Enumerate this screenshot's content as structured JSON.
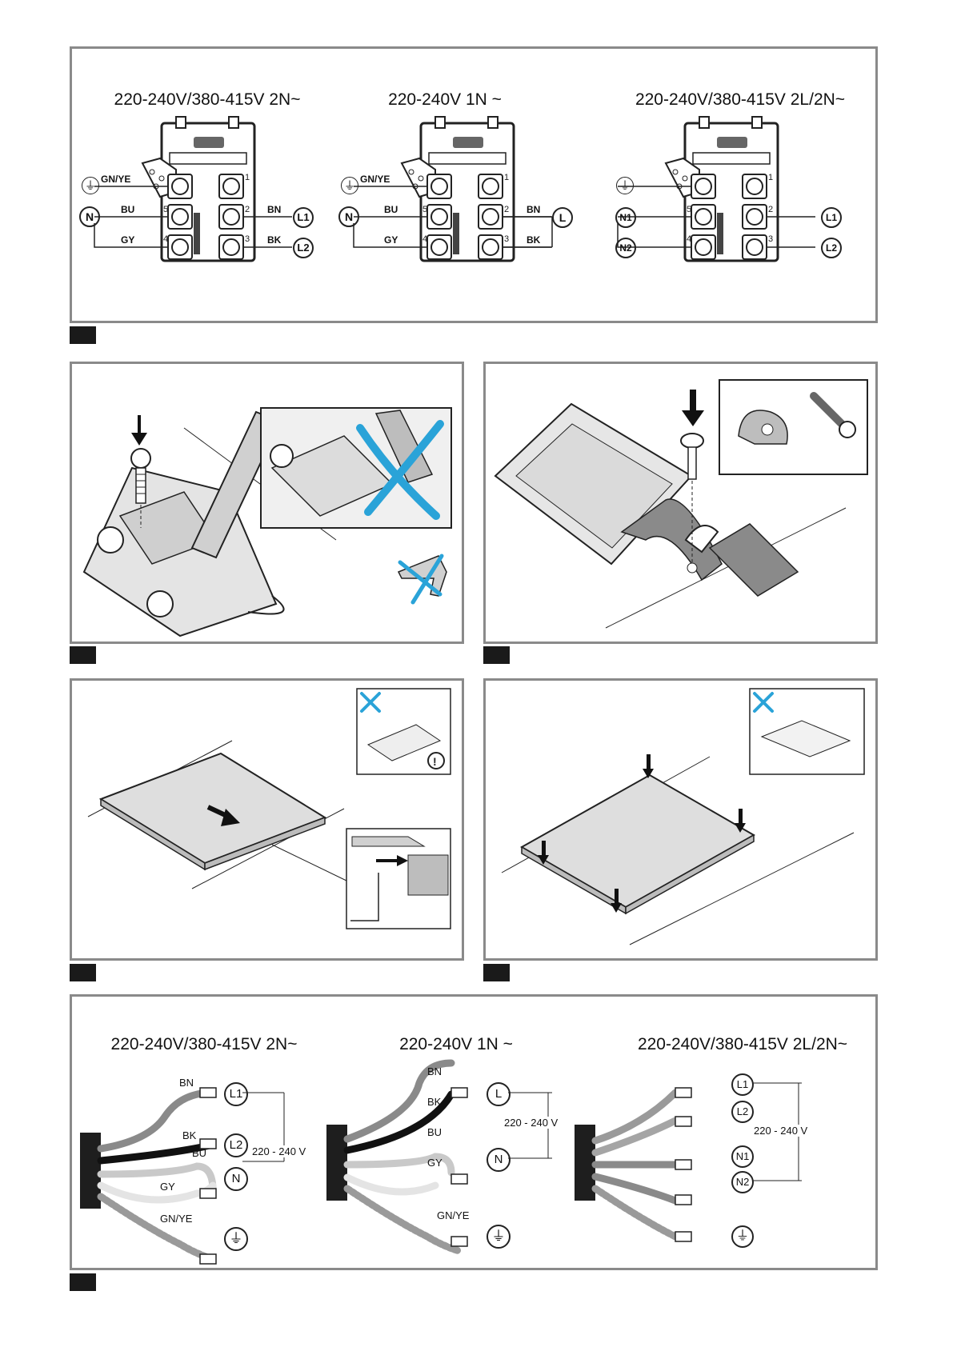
{
  "colors": {
    "frame": "#8a8a8a",
    "tag": "#1a1a1a",
    "cross": "#2aa3d8",
    "gray_fill": "#d9d9d9",
    "dark": "#222222"
  },
  "terminals": {
    "diagrams": [
      {
        "voltage": "220-240V/380-415V 2N~",
        "earth_label": "GN/YE",
        "wire_labels": [
          "BU",
          "GY",
          "BN",
          "BK"
        ],
        "left_symbols": [
          "earth-icon",
          "N"
        ],
        "right_symbols": [
          "L1",
          "L2"
        ],
        "terminal_numbers": [
          "1",
          "2",
          "3",
          "4",
          "5"
        ]
      },
      {
        "voltage": "220-240V 1N ~",
        "earth_label": "GN/YE",
        "wire_labels": [
          "BU",
          "GY",
          "BN",
          "BK"
        ],
        "left_symbols": [
          "earth-icon",
          "N"
        ],
        "right_symbols": [
          "L"
        ],
        "terminal_numbers": [
          "1",
          "2",
          "3",
          "4",
          "5"
        ]
      },
      {
        "voltage": "220-240V/380-415V 2L/2N~",
        "earth_label": "",
        "wire_labels": [],
        "left_symbols": [
          "earth-icon",
          "N1",
          "N2"
        ],
        "right_symbols": [
          "L1",
          "L2"
        ],
        "terminal_numbers": [
          "1",
          "2",
          "3",
          "4",
          "5"
        ]
      }
    ]
  },
  "cables": {
    "diagrams": [
      {
        "voltage": "220-240V/380-415V 2N~",
        "wire_labels": [
          "BN",
          "BK",
          "BU",
          "GY",
          "GN/YE"
        ],
        "symbols": [
          "L1",
          "L2",
          "N"
        ],
        "voltage_span": "220 - 240 V"
      },
      {
        "voltage": "220-240V 1N ~",
        "wire_labels": [
          "BN",
          "BK",
          "BU",
          "GY",
          "GN/YE"
        ],
        "symbols": [
          "L",
          "N"
        ],
        "voltage_span": "220 - 240 V"
      },
      {
        "voltage": "220-240V/380-415V 2L/2N~",
        "wire_labels": [],
        "symbols": [
          "L1",
          "L2",
          "N1",
          "N2"
        ],
        "voltage_span": "220 - 240 V"
      }
    ]
  },
  "step_panels": [
    "screw-tightening",
    "strain-relief-clamp",
    "hob-slide-in",
    "hob-press-down"
  ]
}
